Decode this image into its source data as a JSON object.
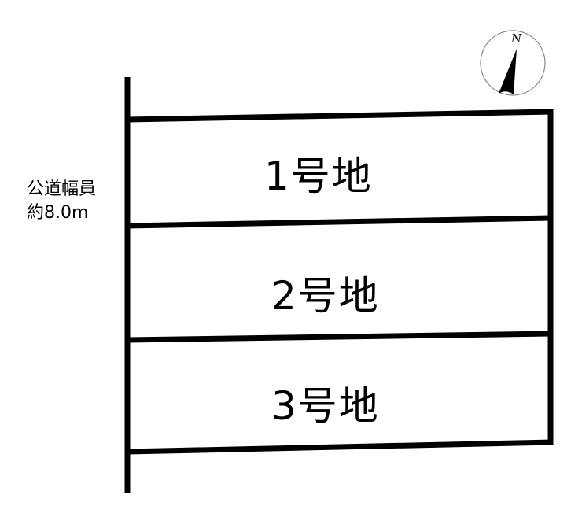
{
  "road_label": {
    "line1": "公道幅員",
    "line2": "約8.0m"
  },
  "lots": [
    {
      "label": "1号地"
    },
    {
      "label": "2号地"
    },
    {
      "label": "3号地"
    }
  ],
  "compass": {
    "north_label": "N"
  },
  "colors": {
    "line": "#000000",
    "background": "#ffffff",
    "compass_circle": "#888888"
  }
}
